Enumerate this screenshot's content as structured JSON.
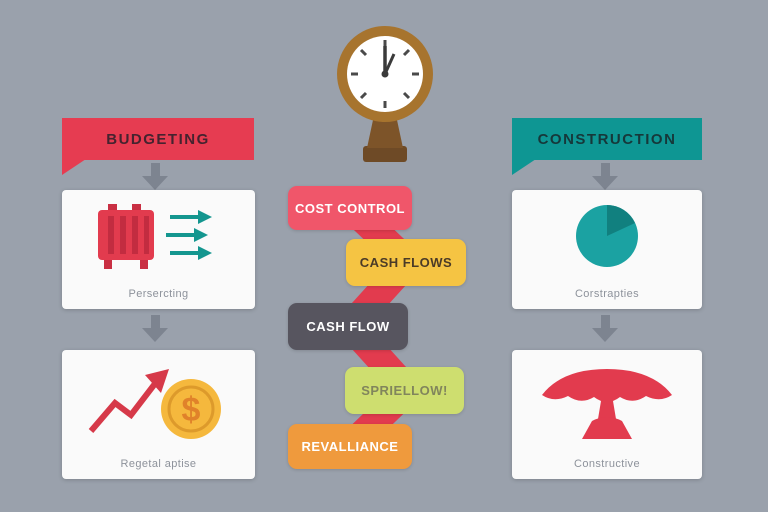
{
  "colors": {
    "background": "#9aa1ac",
    "banner_red": "#e63c51",
    "banner_teal": "#0e9693",
    "pill_salmon": "#f0566a",
    "pill_yellow": "#f5c443",
    "pill_dark_gray": "#57555f",
    "pill_green": "#cede6f",
    "pill_orange": "#ef9a3d",
    "zigzag_red": "#e23b4e",
    "clock_brown": "#a7742e",
    "coin_yellow": "#f5b83d",
    "arrow_gray": "#7d8490",
    "card_white": "#fafafa"
  },
  "left_column": {
    "banner_label": "BUDGETING",
    "cards": [
      {
        "label": "Persercting",
        "icon": "calendar-with-arrows-icon"
      },
      {
        "label": "Regetal aptise",
        "icon": "growth-chart-coin-icon"
      }
    ]
  },
  "right_column": {
    "banner_label": "CONSTRUCTION",
    "cards": [
      {
        "label": "Corstrapties",
        "icon": "pie-chart-icon"
      },
      {
        "label": "Constructive",
        "icon": "carousel-icon"
      }
    ]
  },
  "flow": {
    "items": [
      {
        "label": "COST CONTROL",
        "color": "#f0566a"
      },
      {
        "label": "CASH FLOWS",
        "color": "#f5c443"
      },
      {
        "label": "CASH FLOW",
        "color": "#57555f"
      },
      {
        "label": "SPRIELLOW!",
        "color": "#cede6f"
      },
      {
        "label": "REVALLIANCE",
        "color": "#ef9a3d"
      }
    ]
  },
  "clock": {
    "icon": "clock-icon"
  }
}
